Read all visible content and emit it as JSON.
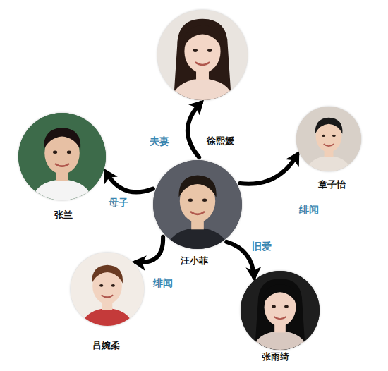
{
  "diagram": {
    "nodes": [
      {
        "text": [
          "徐熙媛"
        ]
      },
      {
        "text": [
          "张兰"
        ]
      },
      {
        "text": [
          "章子怡"
        ]
      },
      {
        "text": [
          "汪小菲"
        ]
      },
      {
        "text": [
          "吕婉柔"
        ]
      },
      {
        "text": [
          "张雨绮"
        ]
      }
    ],
    "edges": [
      {
        "from": 3,
        "to": 0,
        "label": "夫妻",
        "arrow": "to"
      },
      {
        "from": 3,
        "to": 1,
        "label": "母子",
        "arrow": "to"
      },
      {
        "from": 3,
        "to": 2,
        "label": "绯闻",
        "arrow": "to"
      },
      {
        "from": 3,
        "to": 5,
        "label": "旧爱",
        "arrow": "to"
      },
      {
        "from": 3,
        "to": 4,
        "label": "绯闻",
        "arrow": "to"
      }
    ]
  }
}
